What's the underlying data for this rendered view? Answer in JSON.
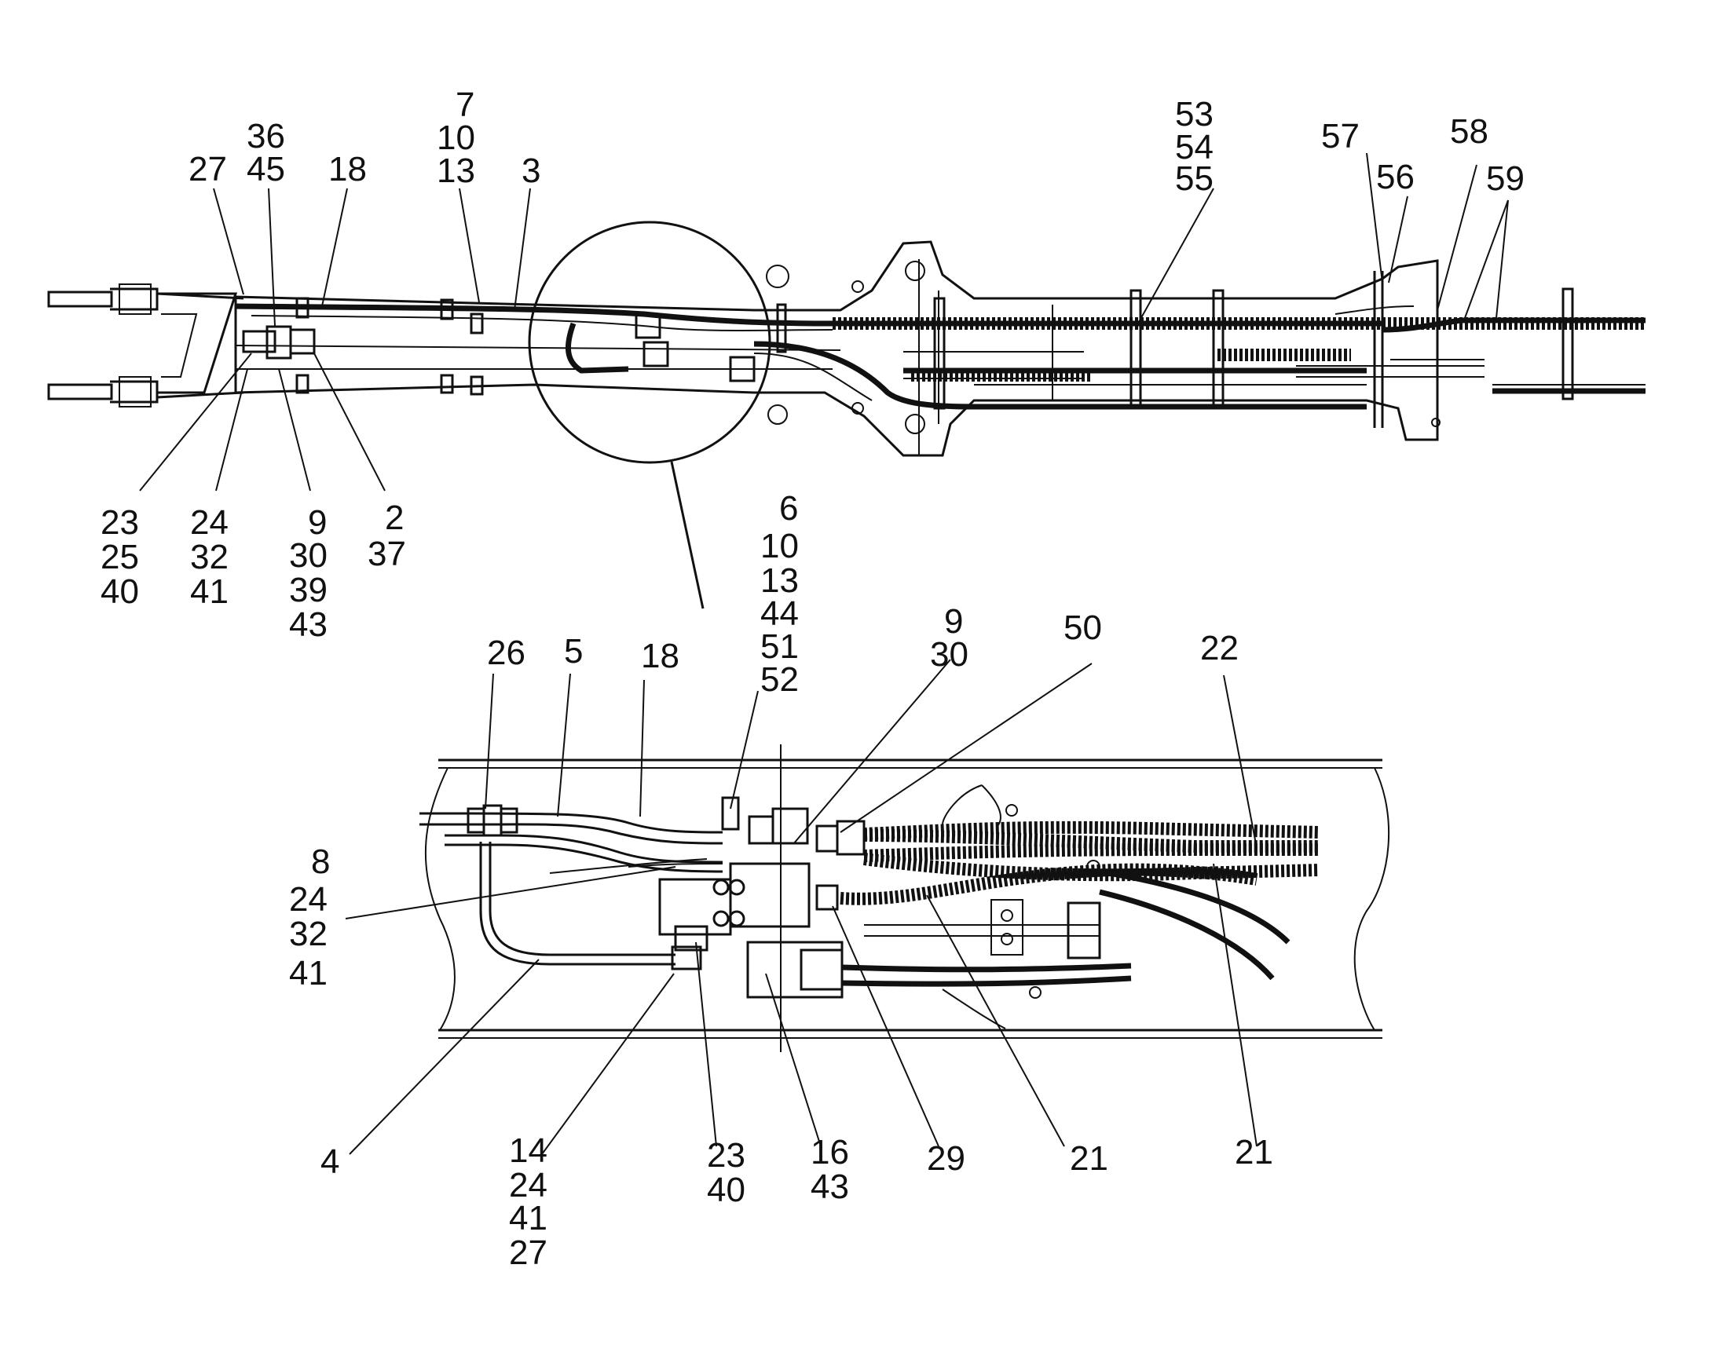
{
  "callouts": {
    "top": [
      {
        "id": "t-27",
        "text": "27"
      },
      {
        "id": "t-36",
        "text": "36"
      },
      {
        "id": "t-45",
        "text": "45"
      },
      {
        "id": "t-18",
        "text": "18"
      },
      {
        "id": "t-7",
        "text": "7"
      },
      {
        "id": "t-10",
        "text": "10"
      },
      {
        "id": "t-13",
        "text": "13"
      },
      {
        "id": "t-3",
        "text": "3"
      },
      {
        "id": "t-53",
        "text": "53"
      },
      {
        "id": "t-54",
        "text": "54"
      },
      {
        "id": "t-55",
        "text": "55"
      },
      {
        "id": "t-57",
        "text": "57"
      },
      {
        "id": "t-56",
        "text": "56"
      },
      {
        "id": "t-58",
        "text": "58"
      },
      {
        "id": "t-59",
        "text": "59"
      },
      {
        "id": "t-23",
        "text": "23"
      },
      {
        "id": "t-25",
        "text": "25"
      },
      {
        "id": "t-40",
        "text": "40"
      },
      {
        "id": "t-24",
        "text": "24"
      },
      {
        "id": "t-32",
        "text": "32"
      },
      {
        "id": "t-41",
        "text": "41"
      },
      {
        "id": "t-9",
        "text": "9"
      },
      {
        "id": "t-30",
        "text": "30"
      },
      {
        "id": "t-39",
        "text": "39"
      },
      {
        "id": "t-43",
        "text": "43"
      },
      {
        "id": "t-2",
        "text": "2"
      },
      {
        "id": "t-37",
        "text": "37"
      }
    ],
    "detail": [
      {
        "id": "d-6",
        "text": "6"
      },
      {
        "id": "d-10",
        "text": "10"
      },
      {
        "id": "d-13",
        "text": "13"
      },
      {
        "id": "d-44",
        "text": "44"
      },
      {
        "id": "d-51",
        "text": "51"
      },
      {
        "id": "d-52",
        "text": "52"
      },
      {
        "id": "d-26",
        "text": "26"
      },
      {
        "id": "d-5",
        "text": "5"
      },
      {
        "id": "d-18",
        "text": "18"
      },
      {
        "id": "d-9",
        "text": "9"
      },
      {
        "id": "d-30",
        "text": "30"
      },
      {
        "id": "d-50",
        "text": "50"
      },
      {
        "id": "d-22",
        "text": "22"
      },
      {
        "id": "d-8",
        "text": "8"
      },
      {
        "id": "d-24",
        "text": "24"
      },
      {
        "id": "d-32",
        "text": "32"
      },
      {
        "id": "d-41",
        "text": "41"
      },
      {
        "id": "d-4",
        "text": "4"
      },
      {
        "id": "d-14",
        "text": "14"
      },
      {
        "id": "d-24b",
        "text": "24"
      },
      {
        "id": "d-41b",
        "text": "41"
      },
      {
        "id": "d-27",
        "text": "27"
      },
      {
        "id": "d-23",
        "text": "23"
      },
      {
        "id": "d-40",
        "text": "40"
      },
      {
        "id": "d-16",
        "text": "16"
      },
      {
        "id": "d-43",
        "text": "43"
      },
      {
        "id": "d-29",
        "text": "29"
      },
      {
        "id": "d-21",
        "text": "21"
      },
      {
        "id": "d-21b",
        "text": "21"
      }
    ]
  }
}
